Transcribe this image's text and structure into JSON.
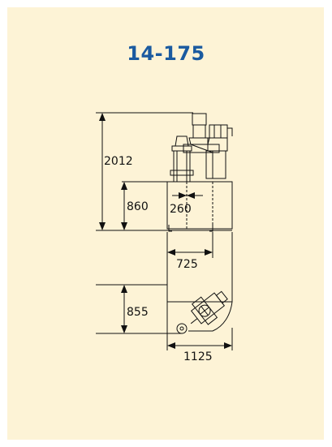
{
  "model": "14-175",
  "colors": {
    "background": "#fdf3d6",
    "title": "#1a5aa0",
    "line": "#111111"
  },
  "dimensions": {
    "total_height": "2012",
    "table_height": "860",
    "offset": "260",
    "depth": "725",
    "plan_depth": "855",
    "width": "1125"
  }
}
